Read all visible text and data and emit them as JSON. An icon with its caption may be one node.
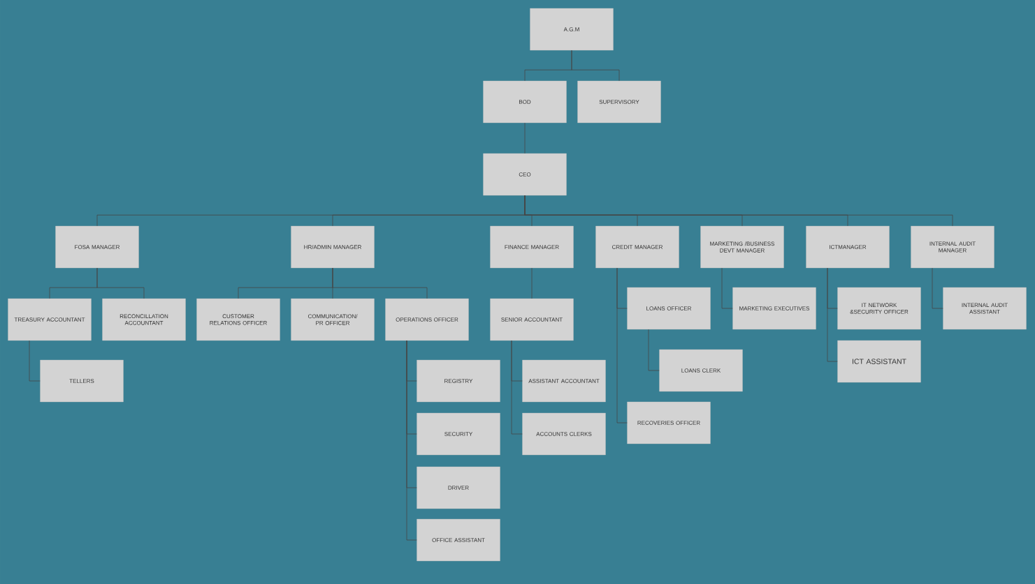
{
  "diagram": {
    "nodes": [
      {
        "text": [
          "A.G.M"
        ]
      },
      {
        "text": [
          "BOD"
        ]
      },
      {
        "text": [
          "SUPERVISORY"
        ]
      },
      {
        "text": [
          "CEO"
        ]
      },
      {
        "text": [
          "FOSA MANAGER"
        ]
      },
      {
        "text": [
          "HR/ADMIN MANAGER"
        ]
      },
      {
        "text": [
          "FINANCE MANAGER"
        ]
      },
      {
        "text": [
          "CREDIT MANAGER"
        ]
      },
      {
        "text": [
          "MARKETING /BUSINESS DEVT MANAGER"
        ]
      },
      {
        "text": [
          "ICTMANAGER"
        ]
      },
      {
        "text": [
          "INTERNAL AUDIT MANAGER"
        ]
      },
      {
        "text": [
          "TREASURY ACCOUNTANT"
        ]
      },
      {
        "text": [
          "RECONCILLATION ACCOUNTANT"
        ]
      },
      {
        "text": [
          "TELLERS"
        ]
      },
      {
        "text": [
          "CUSTOMER RELATIONS OFFICER"
        ]
      },
      {
        "text": [
          "COMMUNICATION/ PR OFFICER"
        ]
      },
      {
        "text": [
          "OPERATIONS OFFICER"
        ]
      },
      {
        "text": [
          "REGISTRY"
        ]
      },
      {
        "text": [
          "SECURITY"
        ]
      },
      {
        "text": [
          "DRIVER"
        ]
      },
      {
        "text": [
          "OFFICE ASSISTANT"
        ]
      },
      {
        "text": [
          "SENIOR ACCOUNTANT"
        ]
      },
      {
        "text": [
          "ASSISTANT ACCOUNTANT"
        ]
      },
      {
        "text": [
          "ACCOUNTS CLERKS"
        ]
      },
      {
        "text": [
          "LOANS OFFICER"
        ]
      },
      {
        "text": [
          "LOANS CLERK"
        ]
      },
      {
        "text": [
          "RECOVERIES OFFICER"
        ]
      },
      {
        "text": [
          "MARKETING EXECUTIVES"
        ]
      },
      {
        "text": [
          "IT NETWORK &SECURITY OFFICER"
        ]
      },
      {
        "text": [
          "ICT ASSISTANT"
        ]
      },
      {
        "text": [
          "INTERNAL AUDIT ASSISTANT"
        ]
      }
    ],
    "edges": [
      {
        "from": 0,
        "to": 1,
        "arrow": "none"
      },
      {
        "from": 0,
        "to": 2,
        "arrow": "none"
      },
      {
        "from": 1,
        "to": 3,
        "arrow": "none"
      },
      {
        "from": 3,
        "to": 4,
        "arrow": "none"
      },
      {
        "from": 3,
        "to": 5,
        "arrow": "none"
      },
      {
        "from": 3,
        "to": 6,
        "arrow": "none"
      },
      {
        "from": 3,
        "to": 7,
        "arrow": "none"
      },
      {
        "from": 3,
        "to": 8,
        "arrow": "none"
      },
      {
        "from": 3,
        "to": 9,
        "arrow": "none"
      },
      {
        "from": 3,
        "to": 10,
        "arrow": "none"
      },
      {
        "from": 4,
        "to": 11,
        "arrow": "none"
      },
      {
        "from": 4,
        "to": 12,
        "arrow": "none"
      },
      {
        "from": 11,
        "to": 13,
        "arrow": "none"
      },
      {
        "from": 5,
        "to": 14,
        "arrow": "none"
      },
      {
        "from": 5,
        "to": 15,
        "arrow": "none"
      },
      {
        "from": 5,
        "to": 16,
        "arrow": "none"
      },
      {
        "from": 16,
        "to": 17,
        "arrow": "none"
      },
      {
        "from": 16,
        "to": 18,
        "arrow": "none"
      },
      {
        "from": 16,
        "to": 19,
        "arrow": "none"
      },
      {
        "from": 16,
        "to": 20,
        "arrow": "none"
      },
      {
        "from": 6,
        "to": 21,
        "arrow": "none"
      },
      {
        "from": 21,
        "to": 22,
        "arrow": "none"
      },
      {
        "from": 21,
        "to": 23,
        "arrow": "none"
      },
      {
        "from": 7,
        "to": 24,
        "arrow": "none"
      },
      {
        "from": 7,
        "to": 26,
        "arrow": "none"
      },
      {
        "from": 24,
        "to": 25,
        "arrow": "none"
      },
      {
        "from": 8,
        "to": 27,
        "arrow": "none"
      },
      {
        "from": 9,
        "to": 28,
        "arrow": "none"
      },
      {
        "from": 9,
        "to": 29,
        "arrow": "none"
      },
      {
        "from": 10,
        "to": 30,
        "arrow": "none"
      }
    ]
  }
}
